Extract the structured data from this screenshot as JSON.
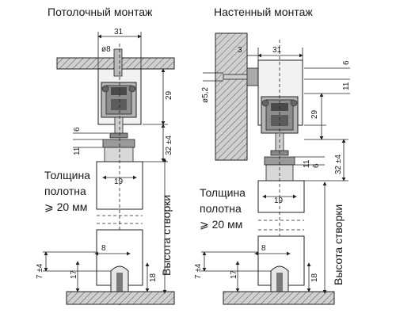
{
  "titles": {
    "ceiling": "Потолочный монтаж",
    "wall": "Настенный монтаж"
  },
  "dims": {
    "w31": "31",
    "d8": "ø8",
    "h29": "29",
    "h6": "6",
    "h11": "11",
    "h32": "32 ±4",
    "w19": "19",
    "w8": "8",
    "h7": "7 ±4",
    "h17": "17",
    "h18": "18",
    "w3": "3",
    "d52": "ø5,2"
  },
  "labels": {
    "thickness_l1": "Толщина",
    "thickness_l2": "полотна",
    "thickness_l3": "⩾ 20 мм",
    "height": "Высота створки"
  },
  "colors": {
    "ink": "#222222",
    "panel": "#c8c8c8",
    "metal": "#bdbdbd",
    "dark": "#3a3a3a"
  }
}
